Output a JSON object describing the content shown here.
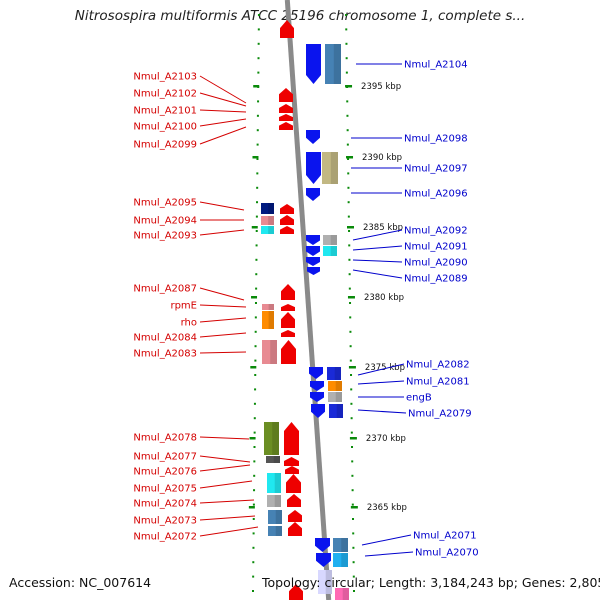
{
  "title": "Nitrosospira multiformis ATCC 25196 chromosome 1, complete s...",
  "footer": {
    "accession": "Accession: NC_007614",
    "topology": "Topology: circular; Length: 3,184,243 bp; Genes: 2,805"
  },
  "colors": {
    "plus_strand": "#ee0000",
    "minus_strand": "#0a14ee",
    "left_label": "#d40000",
    "right_label": "#0000cc",
    "backbone": "#8a8a8a",
    "tick": "#0a8a0a"
  },
  "kbp_marks": [
    "2395 kbp",
    "2390 kbp",
    "2385 kbp",
    "2380 kbp",
    "2375 kbp",
    "2370 kbp",
    "2365 kbp"
  ],
  "left_genes": [
    "Nmul_A2103",
    "Nmul_A2102",
    "Nmul_A2101",
    "Nmul_A2100",
    "Nmul_A2099",
    "Nmul_A2095",
    "Nmul_A2094",
    "Nmul_A2093",
    "Nmul_A2087",
    "rpmE",
    "rho",
    "Nmul_A2084",
    "Nmul_A2083",
    "Nmul_A2078",
    "Nmul_A2077",
    "Nmul_A2076",
    "Nmul_A2075",
    "Nmul_A2074",
    "Nmul_A2073",
    "Nmul_A2072"
  ],
  "right_genes": [
    "Nmul_A2104",
    "Nmul_A2098",
    "Nmul_A2097",
    "Nmul_A2096",
    "Nmul_A2092",
    "Nmul_A2091",
    "Nmul_A2090",
    "Nmul_A2089",
    "Nmul_A2082",
    "Nmul_A2081",
    "engB",
    "Nmul_A2079",
    "Nmul_A2071",
    "Nmul_A2070"
  ]
}
